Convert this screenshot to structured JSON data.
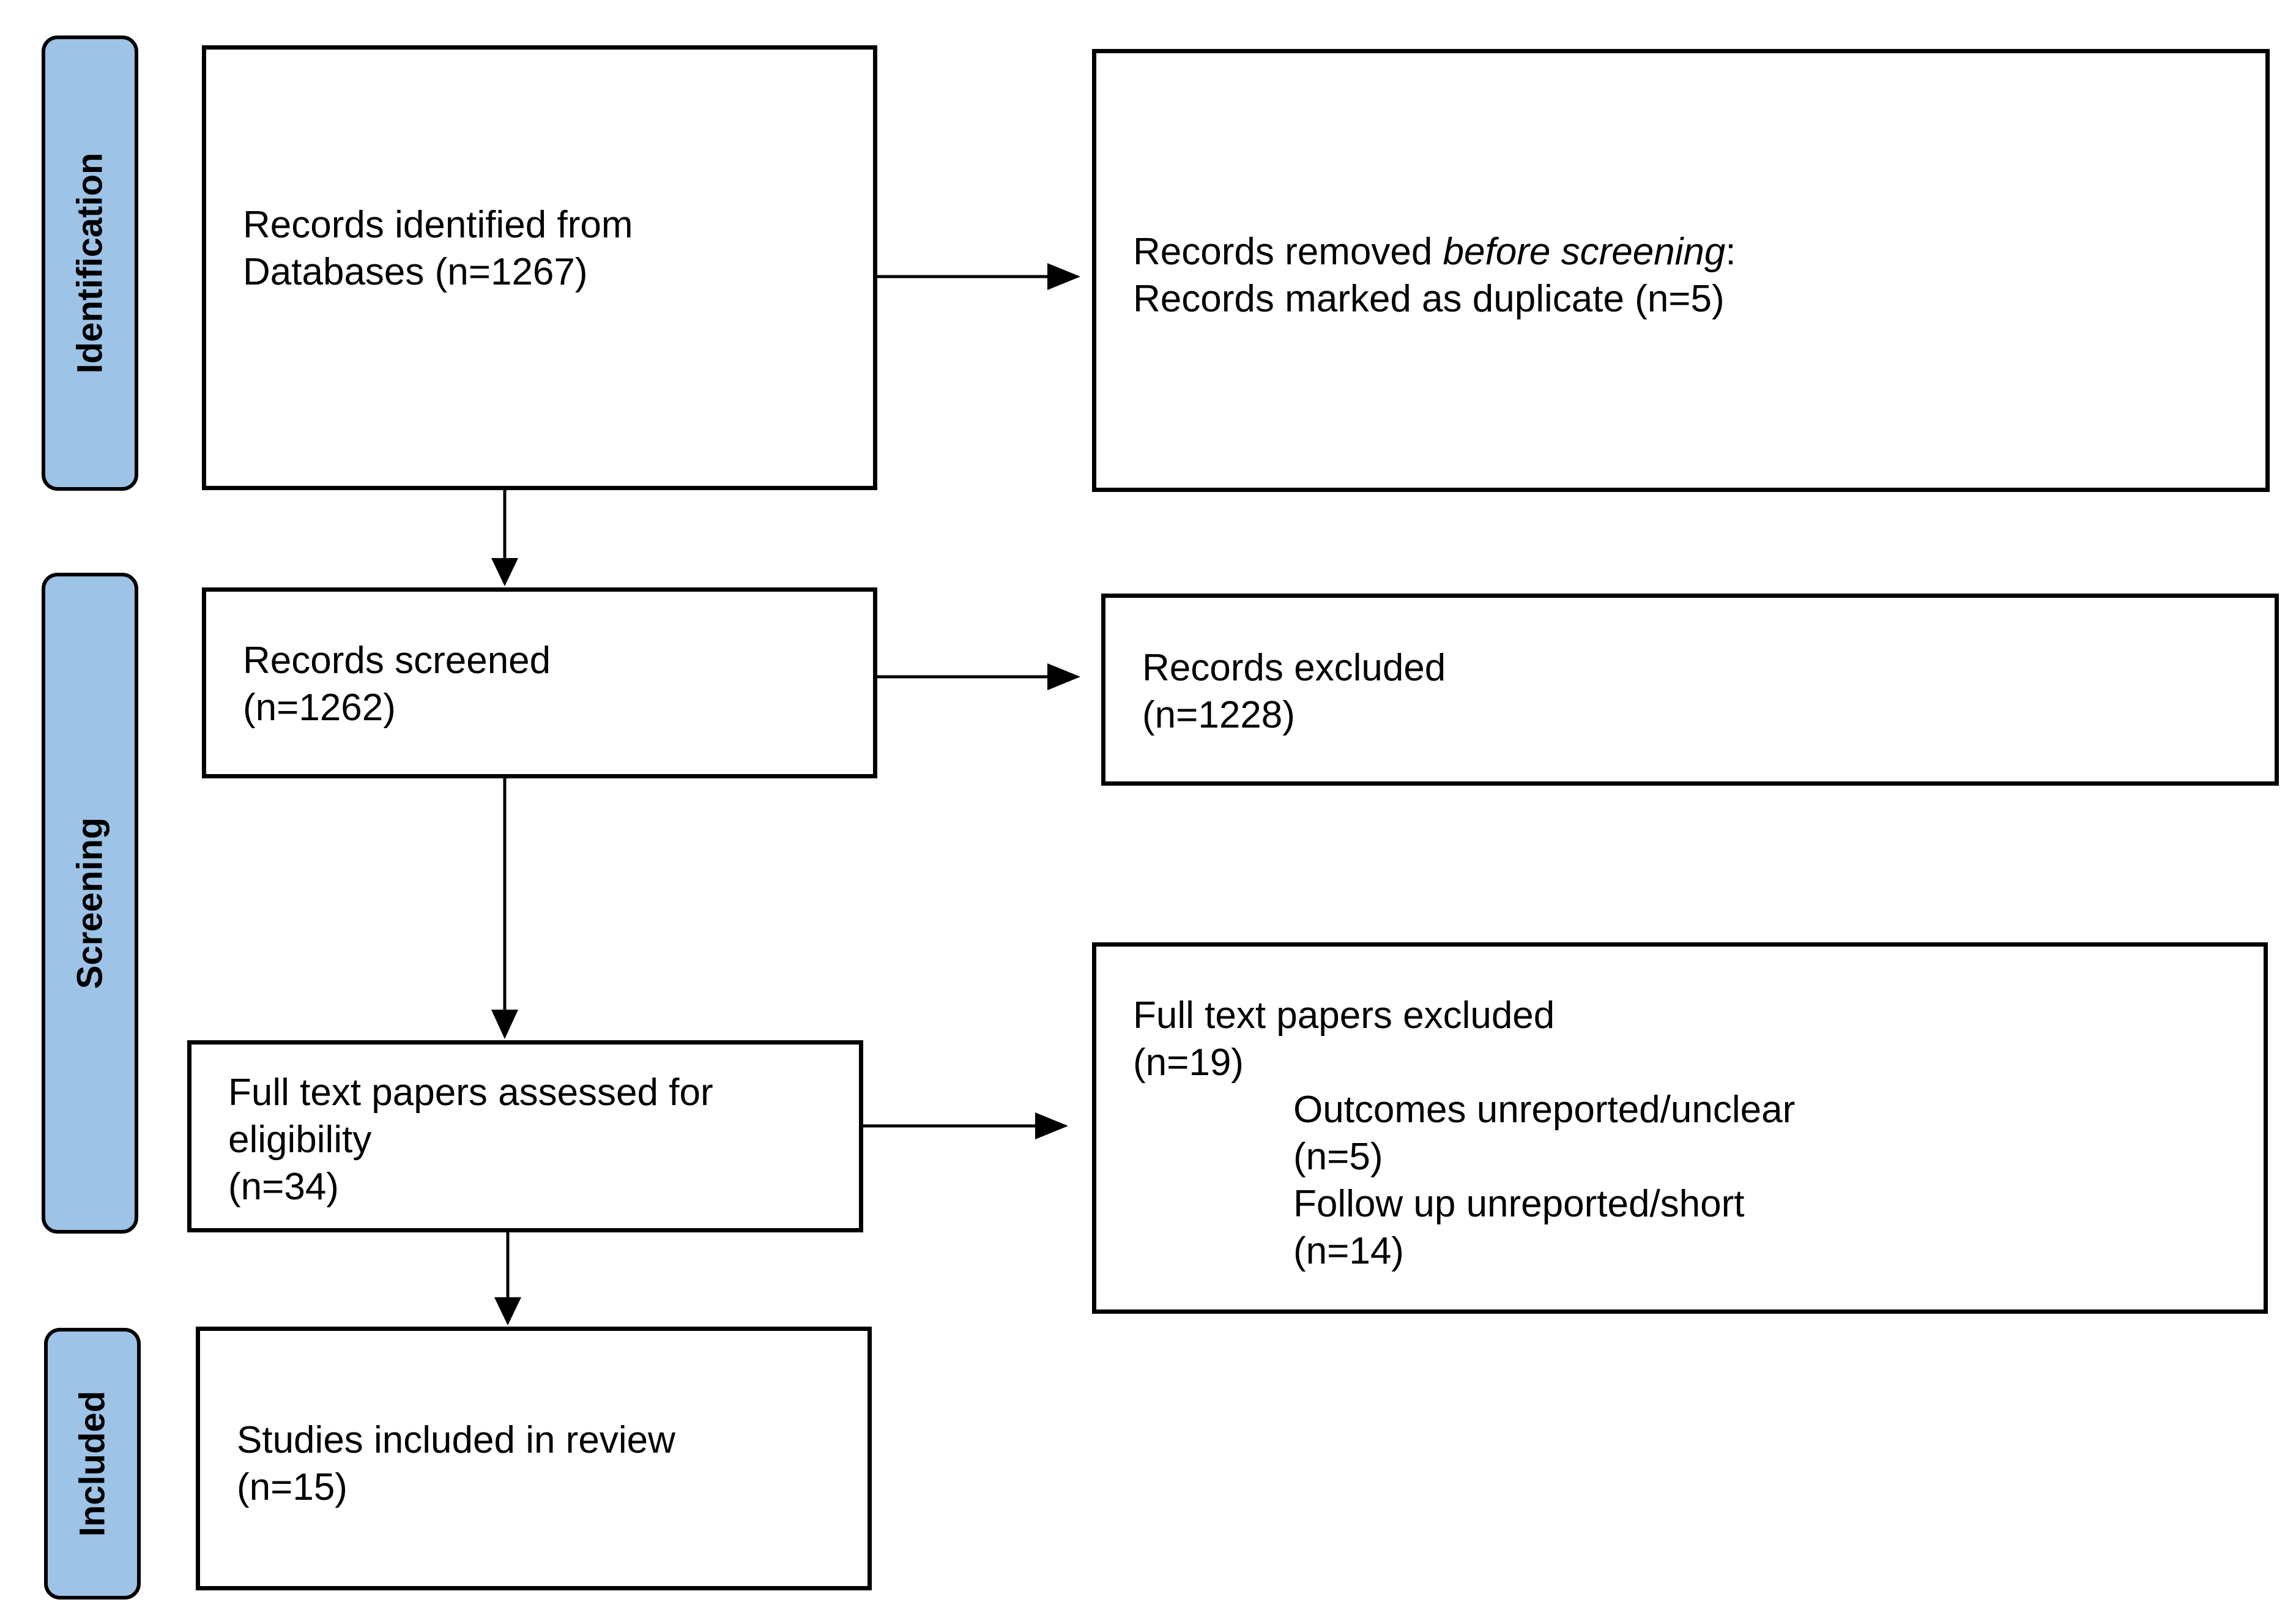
{
  "phases": {
    "identification": "Identification",
    "screening": "Screening",
    "included": "Included"
  },
  "boxes": {
    "records_identified": {
      "line1": "Records identified from",
      "line2": "Databases (n=1267)"
    },
    "records_removed": {
      "line1_prefix": "Records removed ",
      "line1_italic": "before screening",
      "line1_suffix": ":",
      "line2": "Records marked as duplicate (n=5)"
    },
    "records_screened": {
      "line1": "Records screened",
      "line2": "(n=1262)"
    },
    "records_excluded": {
      "line1": "Records excluded",
      "line2": "(n=1228)"
    },
    "full_text_assessed": {
      "line1": "Full text papers assessed for",
      "line2": "eligibility",
      "line3": "(n=34)"
    },
    "full_text_excluded": {
      "line1": "Full text papers excluded",
      "line2": "(n=19)",
      "reason1": "Outcomes unreported/unclear",
      "reason1_count": "(n=5)",
      "reason2": "Follow up unreported/short",
      "reason2_count": "(n=14)"
    },
    "studies_included": {
      "line1": "Studies included in review",
      "line2": "(n=15)"
    }
  },
  "colors": {
    "phase_fill": "#9dc3e6",
    "stroke": "#000000"
  }
}
